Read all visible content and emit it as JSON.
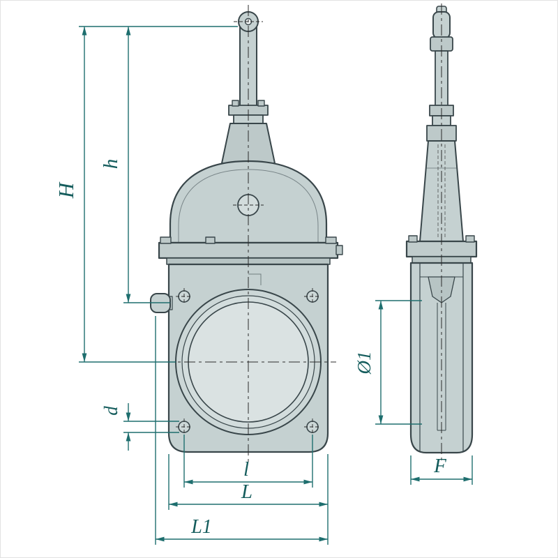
{
  "drawing": {
    "dimension_labels": {
      "H": "H",
      "h": "h",
      "d": "d",
      "l": "l",
      "L": "L",
      "L1": "L1",
      "d1": "Ø1",
      "F": "F"
    },
    "colors": {
      "dimension_line": "#1e6e6e",
      "label_text": "#145c5c",
      "body_fill": "#c5d1d1",
      "body_fill_dark": "#b7c4c4",
      "bore_fill_light": "#dae2e2",
      "outline": "#39464a",
      "background": "#ffffff"
    }
  }
}
